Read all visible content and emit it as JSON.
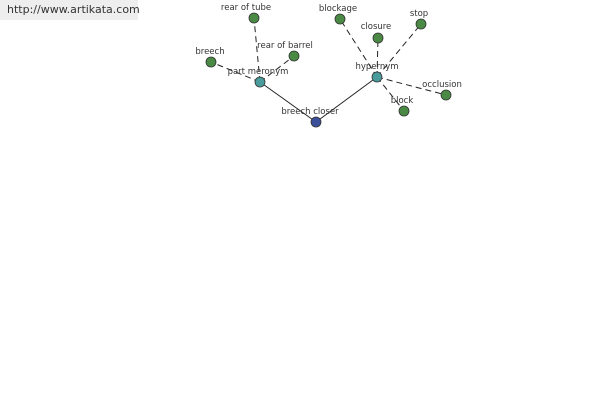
{
  "header": {
    "site_url": "http://www.artikata.com"
  },
  "colors": {
    "center_node": "#3b4f9a",
    "relation_node": "#4a9c9c",
    "term_node": "#4a8a44",
    "node_stroke": "#333333",
    "edge": "#222222"
  },
  "graph": {
    "center": {
      "label": "breech closer"
    },
    "relations": [
      {
        "label": "part meronym",
        "terms": [
          "breech",
          "rear of tube",
          "rear of barrel"
        ]
      },
      {
        "label": "hypernym",
        "terms": [
          "blockage",
          "closure",
          "stop",
          "occlusion",
          "block"
        ]
      }
    ]
  }
}
